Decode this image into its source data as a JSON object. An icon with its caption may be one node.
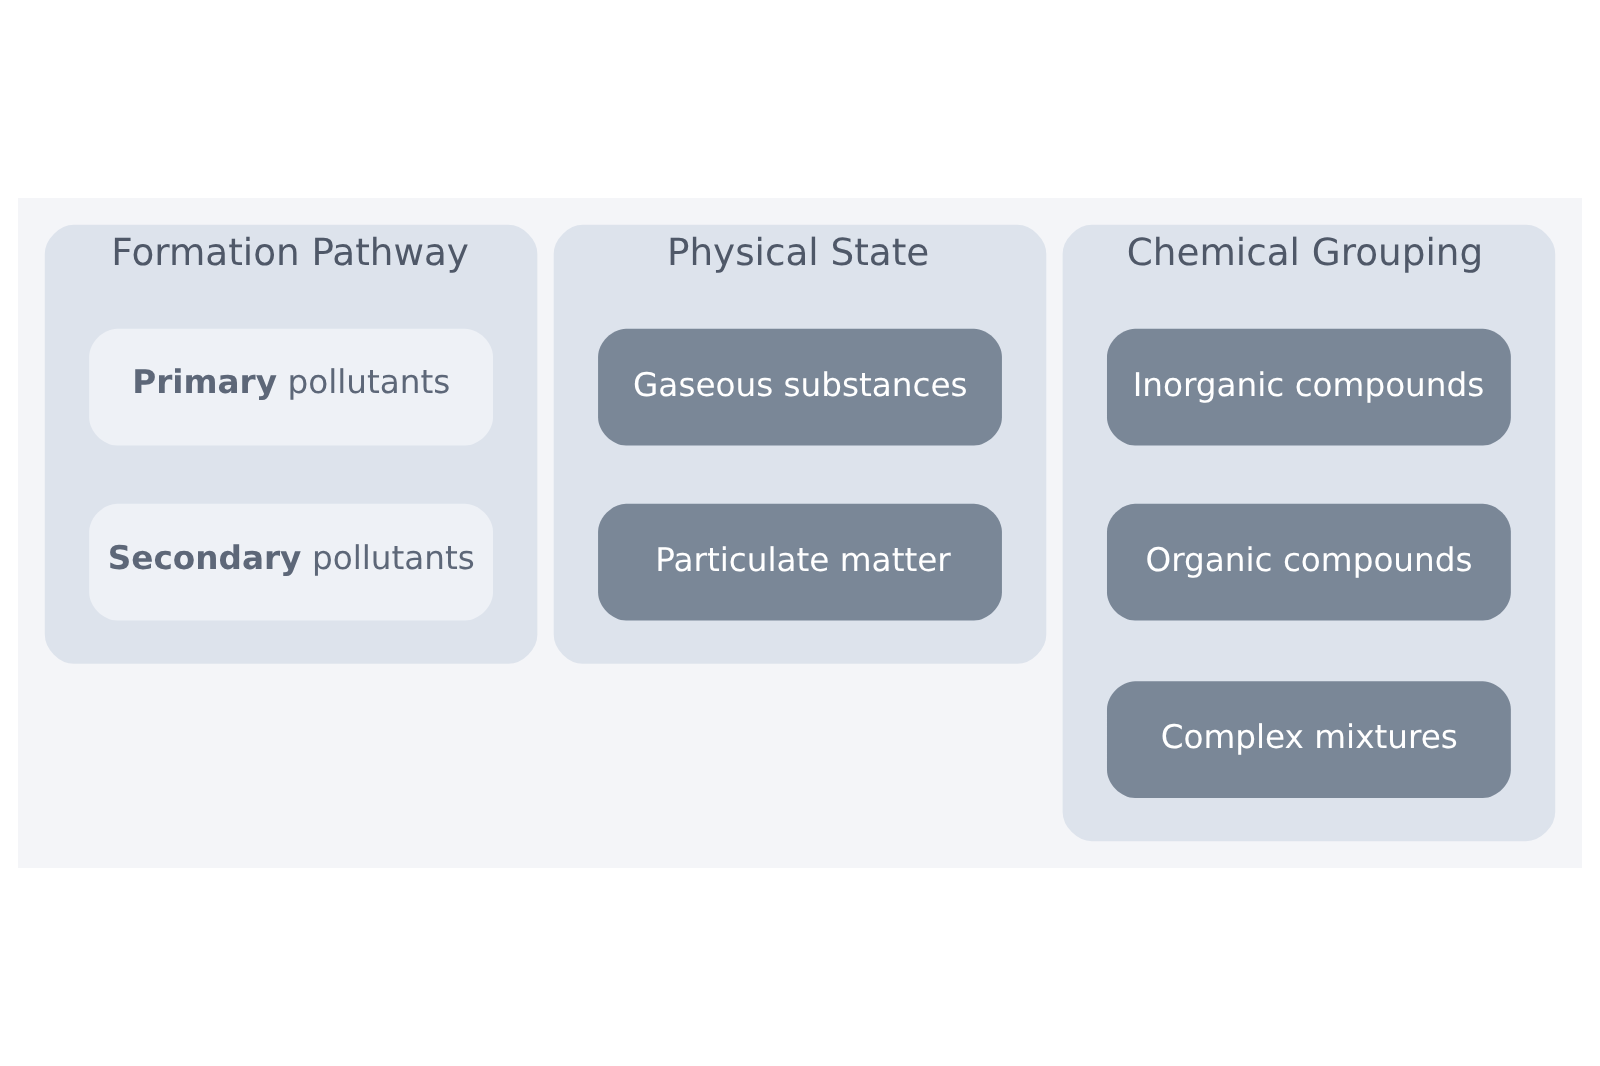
{
  "diagram": {
    "nodes": [
      {
        "text": [
          "Formation Pathway"
        ]
      },
      {
        "text": [
          "**Primary** pollutants"
        ],
        "in": 0
      },
      {
        "text": [
          "**Secondary** pollutants"
        ],
        "in": 0
      },
      {
        "text": [
          "Physical State"
        ]
      },
      {
        "text": [
          "Gaseous substances"
        ],
        "in": 3
      },
      {
        "text": [
          "Particulate matter"
        ],
        "in": 3
      },
      {
        "text": [
          "Chemical Grouping"
        ]
      },
      {
        "text": [
          "Inorganic compounds"
        ],
        "in": 6
      },
      {
        "text": [
          "Organic compounds"
        ],
        "in": 6
      },
      {
        "text": [
          "Complex mixtures"
        ],
        "in": 6
      }
    ],
    "edges": []
  }
}
